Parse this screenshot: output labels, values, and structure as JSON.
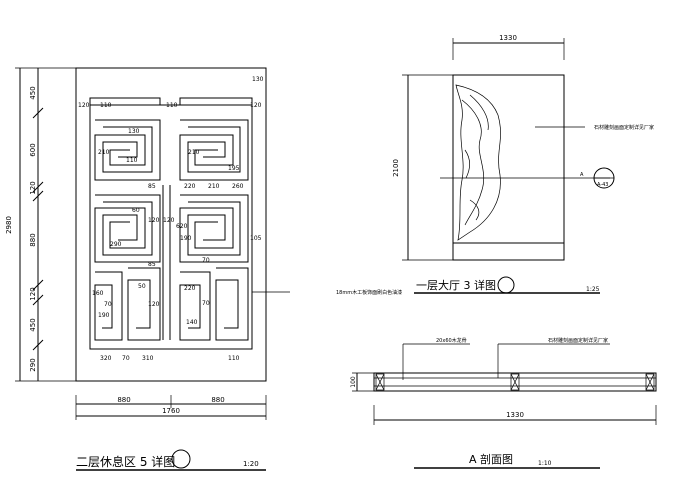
{
  "left_detail": {
    "title": "二层休息区 5  详图",
    "scale": "1:20",
    "overall_height": "2980",
    "vertical_dims": [
      "450",
      "600",
      "120",
      "880",
      "120",
      "450",
      "290"
    ],
    "bottom_dims_parts": [
      "880",
      "880"
    ],
    "bottom_dim_total": "1760",
    "inner_dims": [
      "130",
      "120",
      "110",
      "110",
      "120",
      "130",
      "210",
      "110",
      "210",
      "195",
      "85",
      "220",
      "210",
      "260",
      "60",
      "120",
      "120",
      "620",
      "290",
      "190",
      "70",
      "105",
      "85",
      "160",
      "70",
      "50",
      "120",
      "190",
      "320",
      "70",
      "310",
      "220",
      "70",
      "140",
      "110"
    ],
    "leader_note": "18mm木工板饰面刷白色油漆"
  },
  "right_elevation": {
    "title": "一层大厅 3  详图",
    "scale": "1:25",
    "width_dim": "1330",
    "height_dim": "2100",
    "note": "石材雕刻画面定制详见厂家",
    "section_marker_top": "A",
    "section_marker_bottom": "A-43"
  },
  "section": {
    "title": "A  剖面图",
    "scale": "1:10",
    "height_dim": "100",
    "width_dim": "1330",
    "note_left": "20x60木龙骨",
    "note_right": "石材雕刻画面定制详见厂家"
  }
}
